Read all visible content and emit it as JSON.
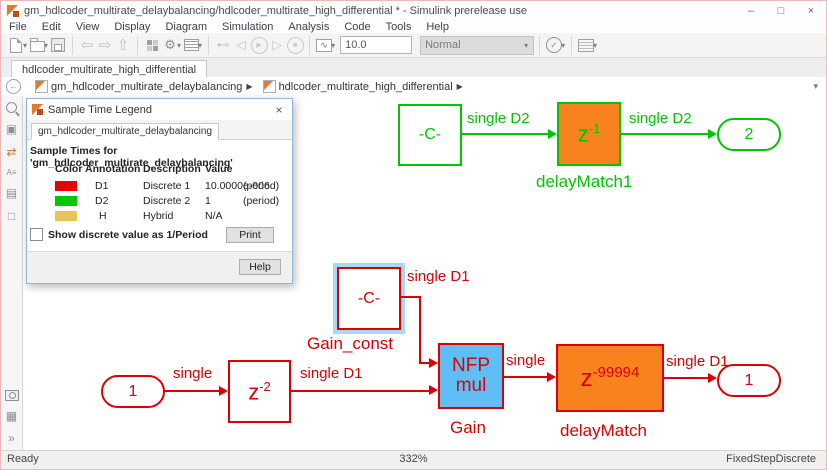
{
  "window": {
    "title": "gm_hdlcoder_multirate_delaybalancing/hdlcoder_multirate_high_differential * - Simulink prerelease use",
    "minimize": "–",
    "maximize": "□",
    "close": "×"
  },
  "menu": {
    "items": [
      "File",
      "Edit",
      "View",
      "Display",
      "Diagram",
      "Simulation",
      "Analysis",
      "Code",
      "Tools",
      "Help"
    ]
  },
  "toolbar": {
    "sim_time": "10.0",
    "mode": "Normal"
  },
  "icons": {
    "dropdown": "▾",
    "back": "⇦",
    "forward": "⇨",
    "up": "⇧",
    "gear": "⚙",
    "connect": "⊷",
    "rewind": "◁",
    "play": "▶",
    "step": "▷",
    "stop": "■",
    "wave": "∿",
    "check": "✓",
    "fit": "▣",
    "swap": "⇄",
    "annotation": "A≡",
    "image": "▤",
    "box": "□",
    "camera_grid": "▦",
    "chevrons": "»",
    "crumb_sep": "▶",
    "back_arrow": "←"
  },
  "tabs": {
    "active": "hdlcoder_multirate_high_differential"
  },
  "breadcrumb": {
    "root": "gm_hdlcoder_multirate_delaybalancing",
    "current": "hdlcoder_multirate_high_differential"
  },
  "legend": {
    "title": "Sample Time Legend",
    "tab": "gm_hdlcoder_multirate_delaybalancing",
    "heading": "Sample Times for 'gm_hdlcoder_multirate_delaybalancing'",
    "col_color": "Color",
    "col_annotation": "Annotation",
    "col_description": "Description",
    "col_value": "Value",
    "rows": [
      {
        "color": "#e60000",
        "annotation": "D1",
        "description": "Discrete 1",
        "value": "10.0000e-006",
        "unit": "(period)"
      },
      {
        "color": "#00c800",
        "annotation": "D2",
        "description": "Discrete 2",
        "value": "1",
        "unit": "(period)"
      },
      {
        "color": "#e8c45a",
        "annotation": "H",
        "description": "Hybrid",
        "value": "N/A",
        "unit": ""
      }
    ],
    "checkbox_label": "Show discrete value as 1/Period",
    "print_label": "Print",
    "help_label": "Help",
    "close": "×"
  },
  "diagram": {
    "const2": {
      "text": "-C-"
    },
    "wire_d2_a": "single D2",
    "delay1": {
      "base": "z",
      "exp": "-1",
      "label": "delayMatch1"
    },
    "wire_d2_b": "single D2",
    "outport2": "2",
    "inport1": "1",
    "wire_single_a": "single",
    "delay2": {
      "base": "z",
      "exp": "-2"
    },
    "wire_d1_a": "single D1",
    "gain_const": {
      "text": "-C-",
      "label": "Gain_const",
      "wire": "single D1"
    },
    "gain": {
      "line1": "NFP",
      "line2": "mul",
      "label": "Gain"
    },
    "wire_single_b": "single",
    "delay3": {
      "base": "z",
      "exp": "-99994",
      "label": "delayMatch"
    },
    "wire_d1_b": "single D1",
    "outport1": "1"
  },
  "colors": {
    "green": "#00c600",
    "red": "#dd0000",
    "orange_fill": "#f7821e",
    "blue_fill": "#5ebef5",
    "selection_halo": "#a8d9f7"
  },
  "statusbar": {
    "left": "Ready",
    "zoom": "332%",
    "solver": "FixedStepDiscrete"
  }
}
